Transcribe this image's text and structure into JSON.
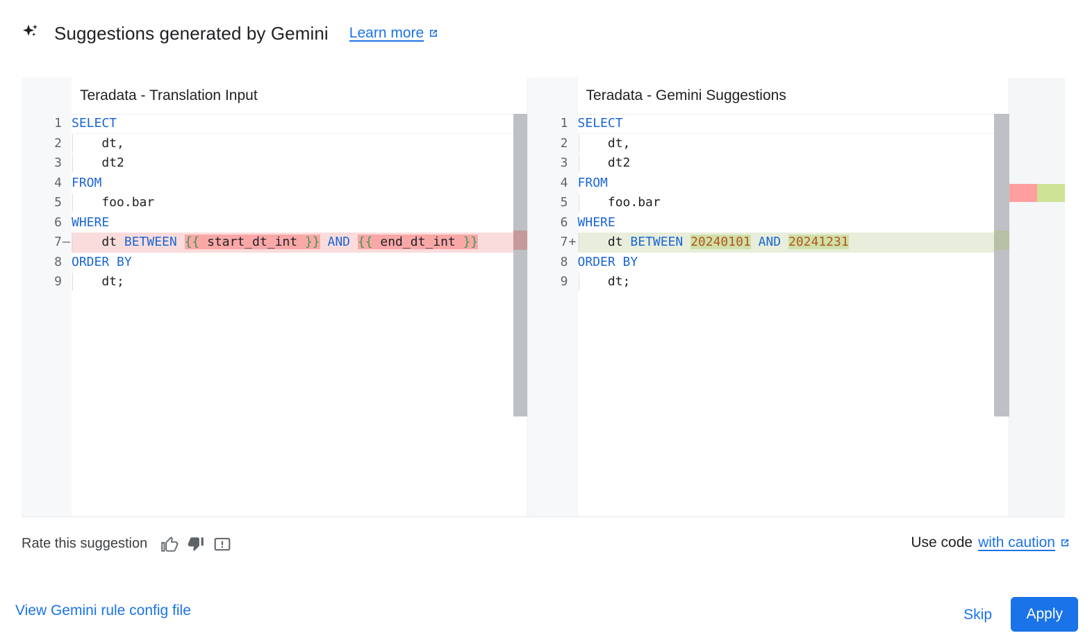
{
  "header": {
    "icon": "sparkle-icon",
    "title": "Suggestions generated by Gemini",
    "learn_more_label": "Learn more",
    "learn_more_icon": "external-link-icon"
  },
  "colors": {
    "accent": "#1a73e8",
    "deleted_line_bg": "#fbdcdc",
    "deleted_token_bg": "#f9a7a7",
    "added_line_bg": "#e8eedb",
    "added_token_bg": "#cfe0a9",
    "keyword": "#1a66d6",
    "number": "#b2541b",
    "brace": "#3a9a54",
    "gutter_bg": "#f7f8fa",
    "scrollbar": "#bdc1c6",
    "overview_red": "#ff9f9f",
    "overview_green": "#cfe397"
  },
  "diff": {
    "left_pane": {
      "title": "Teradata - Translation Input",
      "lines": [
        {
          "n": "1",
          "sign": "",
          "kind": "cur",
          "tokens": [
            {
              "t": "SELECT",
              "c": "kw"
            }
          ]
        },
        {
          "n": "2",
          "sign": "",
          "kind": "",
          "indent": true,
          "tokens": [
            {
              "t": "    dt,",
              "c": "plain"
            }
          ]
        },
        {
          "n": "3",
          "sign": "",
          "kind": "",
          "indent": true,
          "tokens": [
            {
              "t": "    dt2",
              "c": "plain"
            }
          ]
        },
        {
          "n": "4",
          "sign": "",
          "kind": "",
          "tokens": [
            {
              "t": "FROM",
              "c": "kw"
            }
          ]
        },
        {
          "n": "5",
          "sign": "",
          "kind": "",
          "indent": true,
          "tokens": [
            {
              "t": "    foo.bar",
              "c": "plain"
            }
          ]
        },
        {
          "n": "6",
          "sign": "",
          "kind": "",
          "tokens": [
            {
              "t": "WHERE",
              "c": "kw"
            }
          ]
        },
        {
          "n": "7",
          "sign": "—",
          "kind": "del",
          "indent": true,
          "tokens": [
            {
              "t": "    dt ",
              "c": "plain"
            },
            {
              "t": "BETWEEN",
              "c": "kw"
            },
            {
              "t": " ",
              "c": "plain"
            },
            {
              "t": "{{",
              "c": "brace hl-del"
            },
            {
              "t": " start_dt_int ",
              "c": "var hl-del"
            },
            {
              "t": "}}",
              "c": "brace hl-del"
            },
            {
              "t": " ",
              "c": "plain"
            },
            {
              "t": "AND",
              "c": "kw"
            },
            {
              "t": " ",
              "c": "plain"
            },
            {
              "t": "{{",
              "c": "brace hl-del"
            },
            {
              "t": " end_dt_int ",
              "c": "var hl-del"
            },
            {
              "t": "}}",
              "c": "brace hl-del"
            }
          ]
        },
        {
          "n": "8",
          "sign": "",
          "kind": "",
          "tokens": [
            {
              "t": "ORDER BY",
              "c": "kw"
            }
          ]
        },
        {
          "n": "9",
          "sign": "",
          "kind": "",
          "indent": true,
          "tokens": [
            {
              "t": "    dt;",
              "c": "plain"
            }
          ]
        }
      ]
    },
    "right_pane": {
      "title": "Teradata - Gemini Suggestions",
      "lines": [
        {
          "n": "1",
          "sign": "",
          "kind": "cur",
          "tokens": [
            {
              "t": "SELECT",
              "c": "kw"
            }
          ]
        },
        {
          "n": "2",
          "sign": "",
          "kind": "",
          "indent": true,
          "tokens": [
            {
              "t": "    dt,",
              "c": "plain"
            }
          ]
        },
        {
          "n": "3",
          "sign": "",
          "kind": "",
          "indent": true,
          "tokens": [
            {
              "t": "    dt2",
              "c": "plain"
            }
          ]
        },
        {
          "n": "4",
          "sign": "",
          "kind": "",
          "tokens": [
            {
              "t": "FROM",
              "c": "kw"
            }
          ]
        },
        {
          "n": "5",
          "sign": "",
          "kind": "",
          "indent": true,
          "tokens": [
            {
              "t": "    foo.bar",
              "c": "plain"
            }
          ]
        },
        {
          "n": "6",
          "sign": "",
          "kind": "",
          "tokens": [
            {
              "t": "WHERE",
              "c": "kw"
            }
          ]
        },
        {
          "n": "7",
          "sign": "+",
          "kind": "add",
          "indent": true,
          "tokens": [
            {
              "t": "    dt ",
              "c": "plain"
            },
            {
              "t": "BETWEEN",
              "c": "kw"
            },
            {
              "t": " ",
              "c": "plain"
            },
            {
              "t": "20240101",
              "c": "num hl-add"
            },
            {
              "t": " ",
              "c": "plain"
            },
            {
              "t": "AND",
              "c": "kw"
            },
            {
              "t": " ",
              "c": "plain"
            },
            {
              "t": "20241231",
              "c": "num hl-add"
            }
          ]
        },
        {
          "n": "8",
          "sign": "",
          "kind": "",
          "tokens": [
            {
              "t": "ORDER BY",
              "c": "kw"
            }
          ]
        },
        {
          "n": "9",
          "sign": "",
          "kind": "",
          "indent": true,
          "tokens": [
            {
              "t": "    dt;",
              "c": "plain"
            }
          ]
        }
      ]
    }
  },
  "feedback": {
    "rate_label": "Rate this suggestion",
    "thumb_up_icon": "thumb-up-icon",
    "thumb_down_icon": "thumb-down-icon",
    "report_icon": "feedback-report-icon",
    "use_code_prefix": "Use code",
    "caution_label": "with caution",
    "caution_icon": "external-link-icon"
  },
  "footer": {
    "config_link_label": "View Gemini rule config file",
    "skip_label": "Skip",
    "apply_label": "Apply"
  }
}
